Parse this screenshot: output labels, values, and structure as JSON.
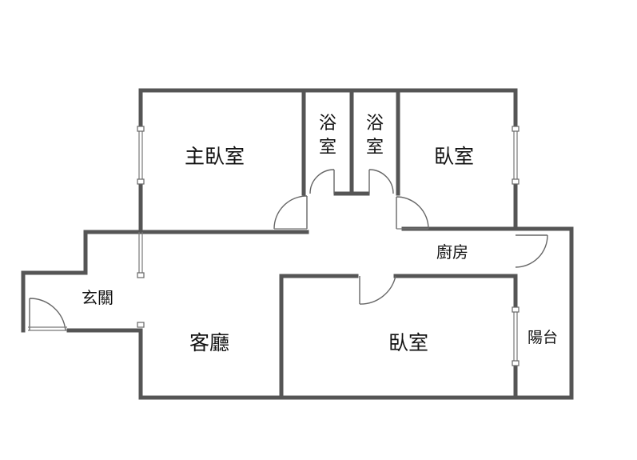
{
  "rooms": {
    "master_bedroom": "主臥室",
    "bath_left_line1": "浴",
    "bath_left_line2": "室",
    "bath_right_line1": "浴",
    "bath_right_line2": "室",
    "bedroom_top": "臥室",
    "kitchen": "廚房",
    "entrance": "玄關",
    "living_room": "客廳",
    "bedroom_bottom": "臥室",
    "balcony": "陽台"
  }
}
